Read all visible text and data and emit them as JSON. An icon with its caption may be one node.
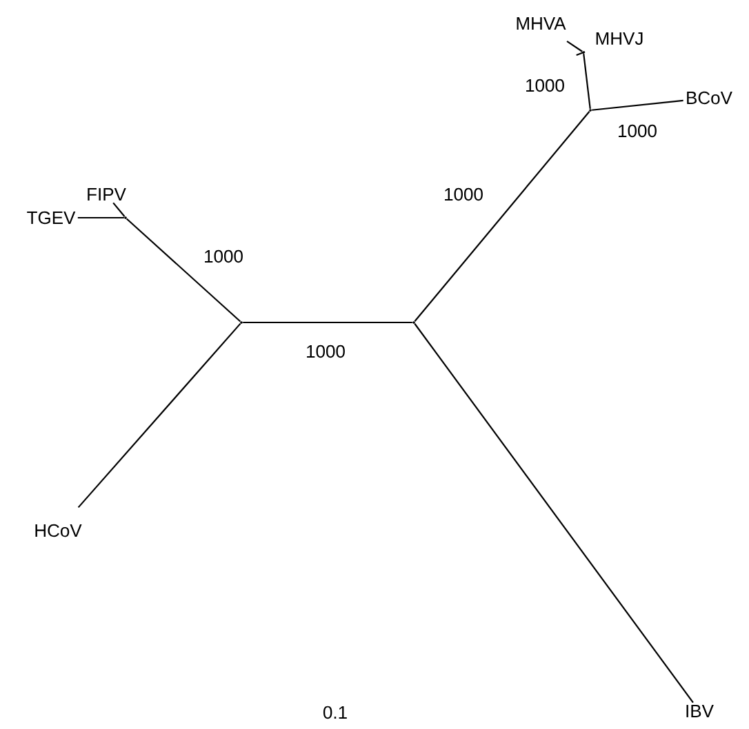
{
  "diagram": {
    "nodes": [
      {
        "text": [
          "FIPV"
        ]
      },
      {
        "text": [
          "TGEV"
        ]
      },
      {
        "text": [
          "HCoV"
        ]
      },
      {
        "text": [
          "MHVA"
        ]
      },
      {
        "text": [
          "MHVJ"
        ]
      },
      {
        "text": [
          "BCoV"
        ]
      },
      {
        "text": [
          "IBV"
        ]
      },
      {
        "text": [],
        "shape": "point"
      },
      {
        "text": [],
        "shape": "point"
      },
      {
        "text": [],
        "shape": "point"
      },
      {
        "text": [],
        "shape": "point"
      },
      {
        "text": [],
        "shape": "point"
      }
    ],
    "edges": [
      {
        "from": 7,
        "to": 0,
        "arrow": "none"
      },
      {
        "from": 7,
        "to": 1,
        "arrow": "none"
      },
      {
        "from": 7,
        "to": 8,
        "arrow": "none"
      },
      {
        "from": 8,
        "to": 2,
        "arrow": "none"
      },
      {
        "from": 8,
        "to": 9,
        "arrow": "none"
      },
      {
        "from": 9,
        "to": 6,
        "arrow": "none"
      },
      {
        "from": 9,
        "to": 10,
        "arrow": "none"
      },
      {
        "from": 10,
        "to": 11,
        "arrow": "none"
      },
      {
        "from": 11,
        "to": 3,
        "arrow": "none"
      },
      {
        "from": 11,
        "to": 4,
        "arrow": "none"
      },
      {
        "from": 10,
        "to": 5,
        "arrow": "none"
      }
    ],
    "labels": [
      "1000",
      "1000",
      "1000",
      "1000",
      "1000",
      "0.1"
    ]
  }
}
